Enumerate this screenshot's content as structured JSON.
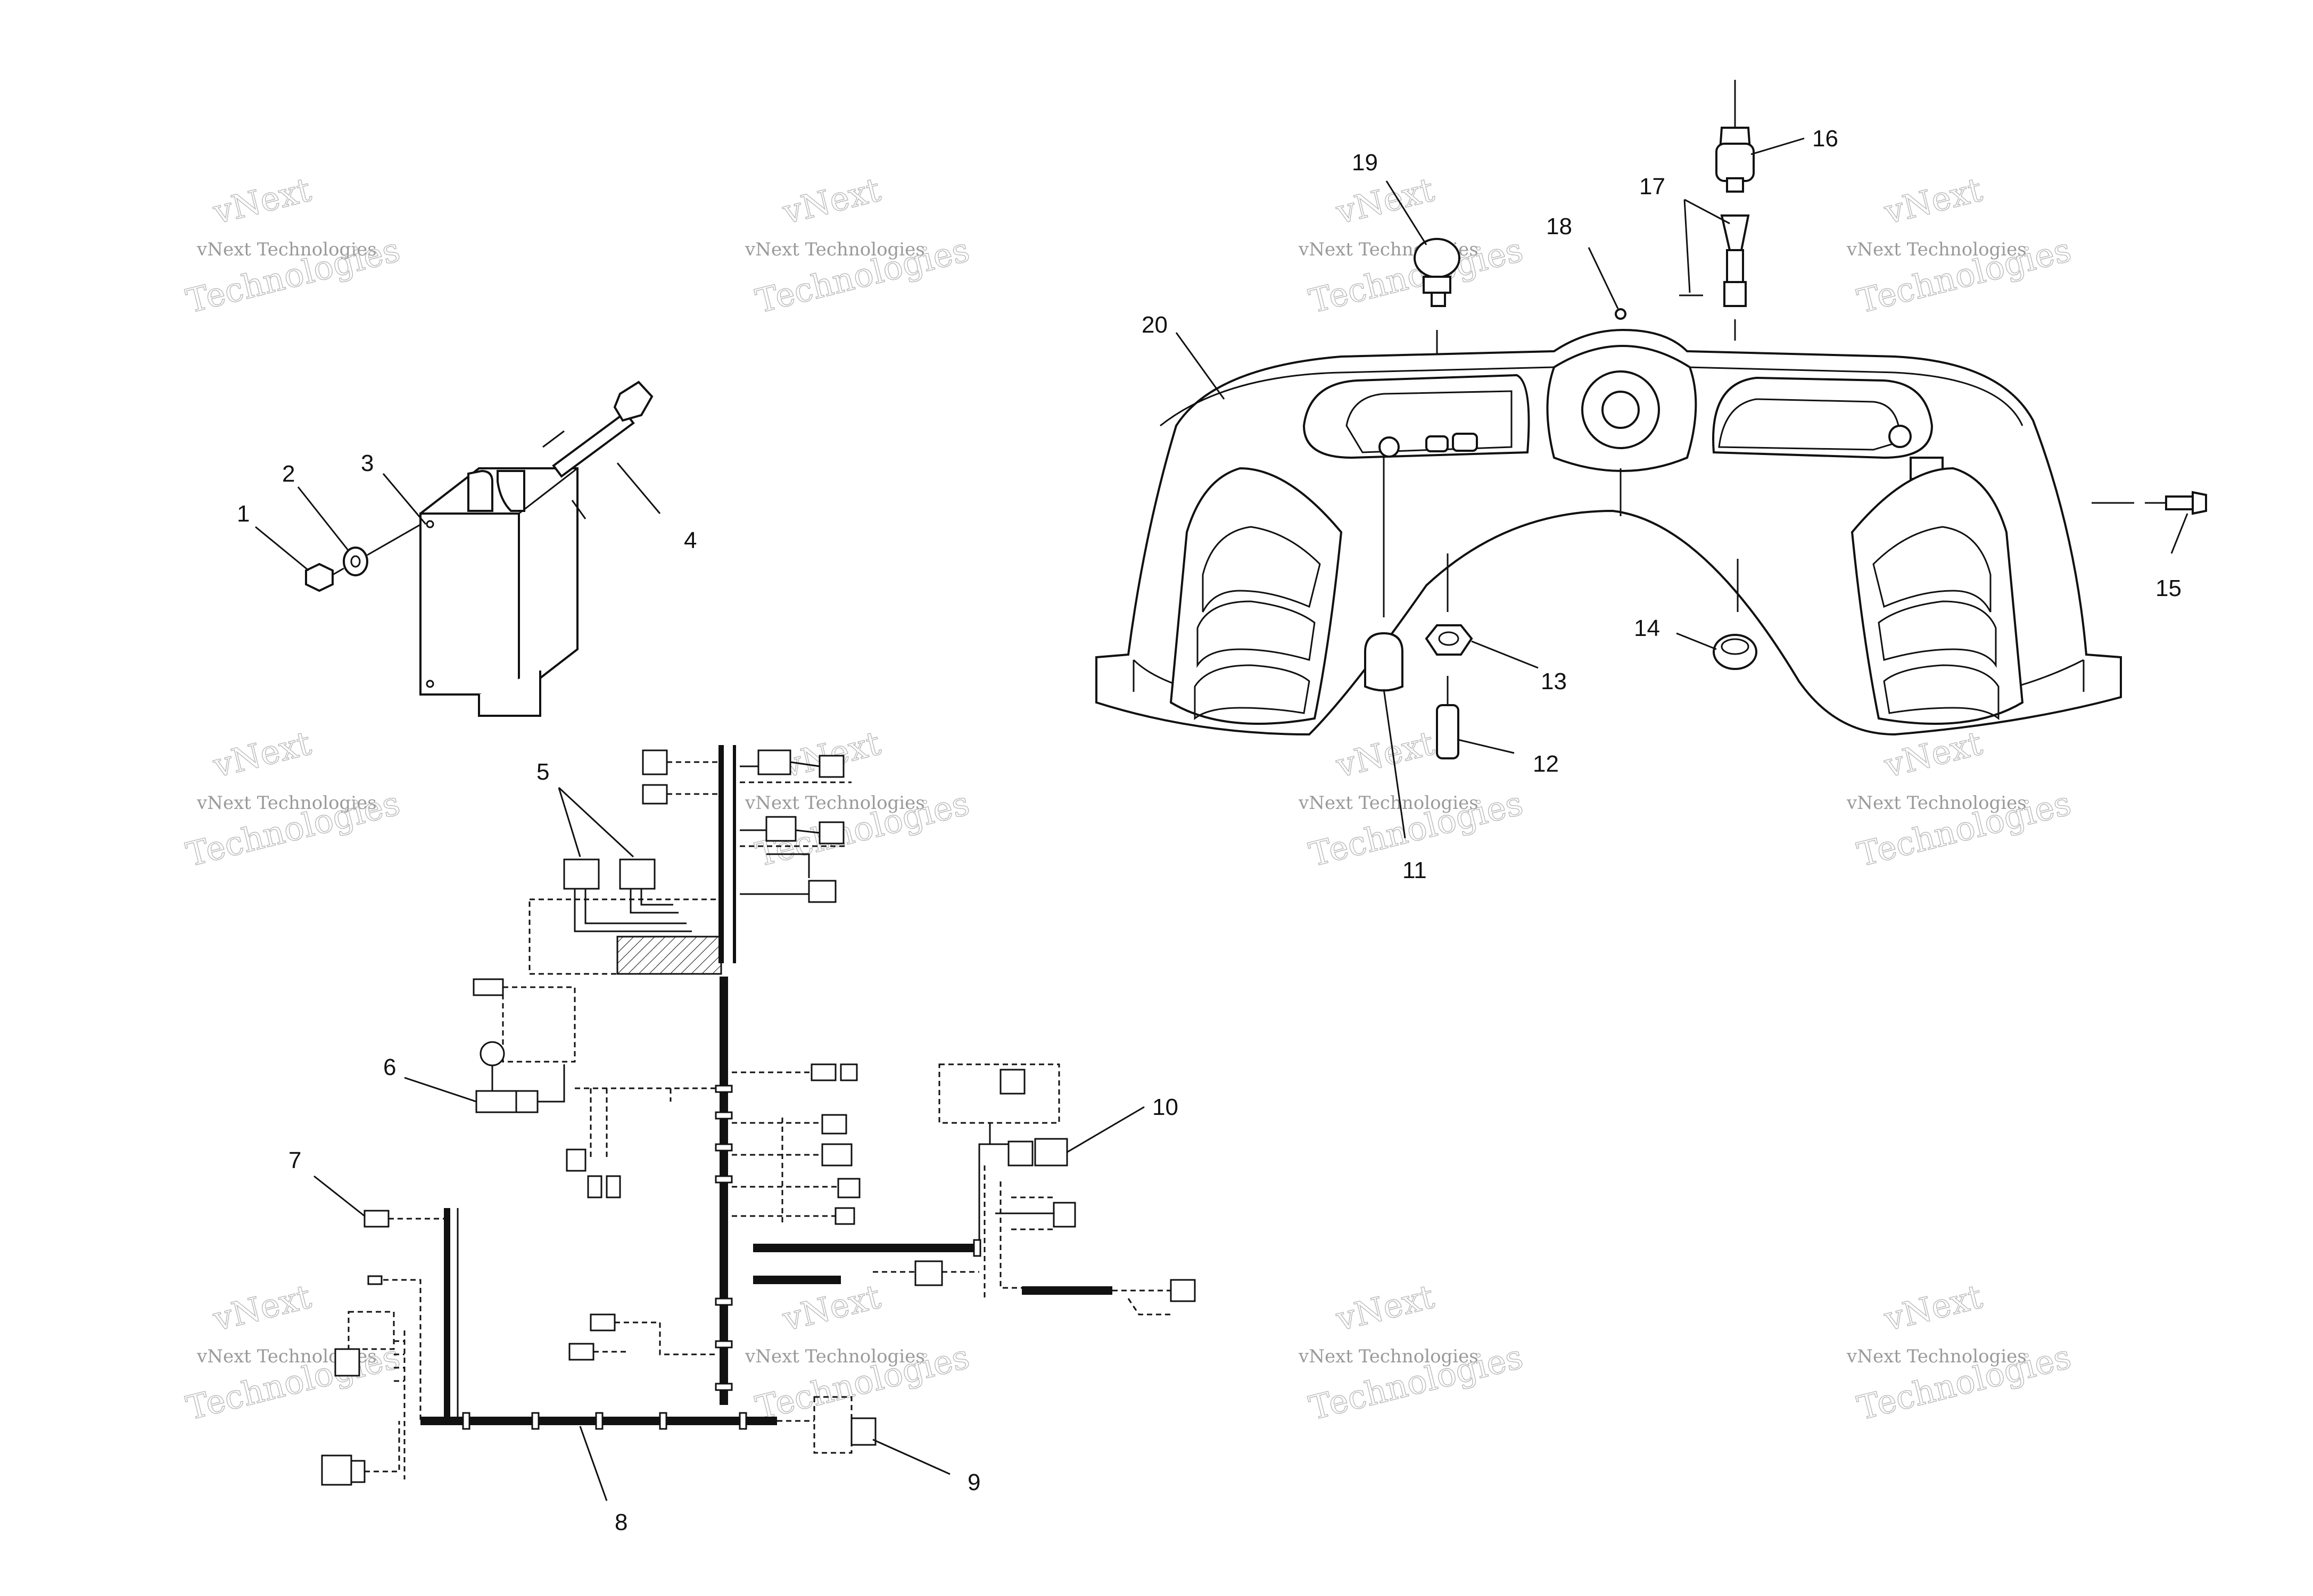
{
  "watermark": {
    "line1": "vNext",
    "line2": "vNext Technologies",
    "line3": "Technologies"
  },
  "callouts": [
    "1",
    "2",
    "3",
    "4",
    "5",
    "6",
    "7",
    "8",
    "9",
    "10",
    "11",
    "12",
    "13",
    "14",
    "15",
    "16",
    "17",
    "18",
    "19",
    "20"
  ]
}
